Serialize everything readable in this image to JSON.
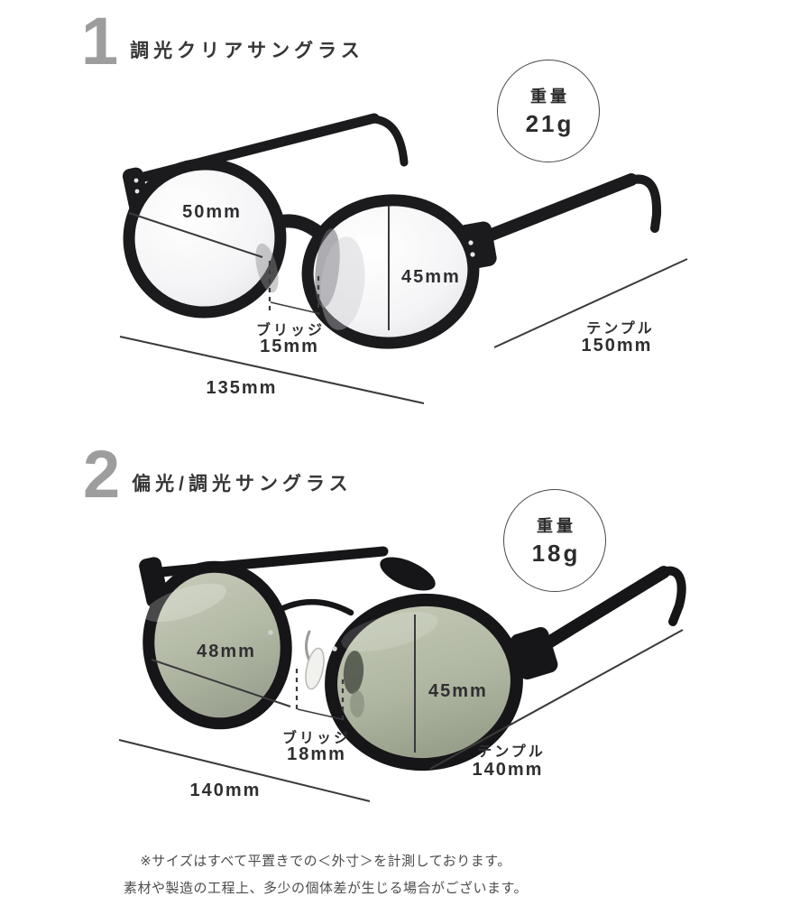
{
  "colors": {
    "background": "#ffffff",
    "frame_black": "#1b1b1d",
    "lens_tint_green": "#b3baa6",
    "section_number_gray": "#9d9d9d",
    "text_dark": "#363636",
    "measure_line": "#3a3a3c"
  },
  "sections": [
    {
      "number": "1",
      "title": "調光クリアサングラス",
      "weight": {
        "label": "重量",
        "value": "21g"
      },
      "measurements": {
        "lens_width": "50mm",
        "lens_height": "45mm",
        "bridge_label": "ブリッジ",
        "bridge_value": "15mm",
        "frame_width": "135mm",
        "temple_label": "テンプル",
        "temple_value": "150mm"
      }
    },
    {
      "number": "2",
      "title": "偏光/調光サングラス",
      "weight": {
        "label": "重量",
        "value": "18g"
      },
      "measurements": {
        "lens_width": "48mm",
        "lens_height": "45mm",
        "bridge_label": "ブリッジ",
        "bridge_value": "18mm",
        "frame_width": "140mm",
        "temple_label": "テンプル",
        "temple_value": "140mm"
      }
    }
  ],
  "footer": {
    "note_line1": "※サイズはすべて平置きでの＜外寸＞を計測しております。",
    "note_line2": "素材や製造の工程上、多少の個体差が生じる場合がございます。"
  }
}
